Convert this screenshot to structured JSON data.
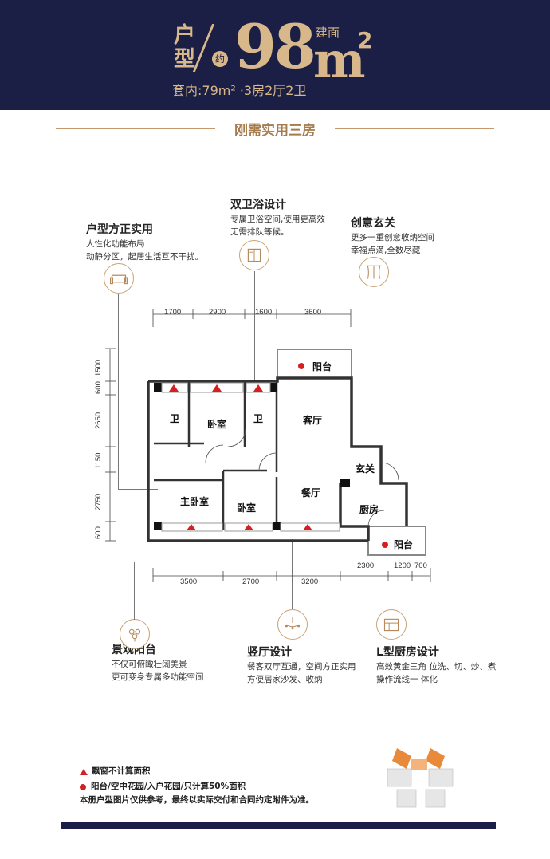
{
  "header": {
    "type_label": "户型",
    "about": "约",
    "area_value": "98",
    "area_unit": "m",
    "area_sup": "2",
    "area_prefix": "建面",
    "subline": "套内:79m² ·3房2厅2卫"
  },
  "banner": {
    "text": "刚需实用三房"
  },
  "features": {
    "layout": {
      "title": "户型方正实用",
      "desc1": "人性化功能布局",
      "desc2": "动静分区，起居生活互不干扰。"
    },
    "bath": {
      "title": "双卫浴设计",
      "desc1": "专属卫浴空间,使用更高效",
      "desc2": "无需排队等候。"
    },
    "foyer": {
      "title": "创意玄关",
      "desc1": "更多一重创意收纳空间",
      "desc2": "幸福点滴,全数尽藏"
    },
    "balcony": {
      "title": "景观阳台",
      "desc1": "不仅可俯瞰壮阔美景",
      "desc2": "更可变身专属多功能空间"
    },
    "hall": {
      "title": "竖厅设计",
      "desc1": "餐客双厅互通，空间方正实用",
      "desc2": "方便居家沙发、收纳"
    },
    "kitchen": {
      "title": "L型厨房设计",
      "desc1": "高效黄金三角 位洗、切、炒、煮",
      "desc2": "操作流线一 体化"
    }
  },
  "plan": {
    "rooms": {
      "balcony_top": "阳台",
      "bath1": "卫",
      "bedroom_top": "卧室",
      "bath2": "卫",
      "living": "客厅",
      "foyer": "玄关",
      "master": "主卧室",
      "bedroom_bottom": "卧室",
      "dining": "餐厅",
      "kitchen": "厨房",
      "balcony_bottom": "阳台"
    },
    "dims_top": [
      "1700",
      "2900",
      "1600",
      "3600"
    ],
    "dims_bottom": [
      "3500",
      "2700",
      "3200",
      "2300",
      "1200",
      "700"
    ],
    "dims_left": [
      "1500",
      "600",
      "2650",
      "1150",
      "2750",
      "600"
    ]
  },
  "legend": {
    "bay_window": "飘窗不计算面积",
    "balcony_note": "阳台/空中花园/入户花园/只计算50%面积",
    "disclaimer": "本册户型图片仅供参考，最终以实际交付和合同约定附件为准。"
  },
  "colors": {
    "navy": "#1b1f45",
    "gold": "#d8b88a",
    "red": "#d42020"
  }
}
